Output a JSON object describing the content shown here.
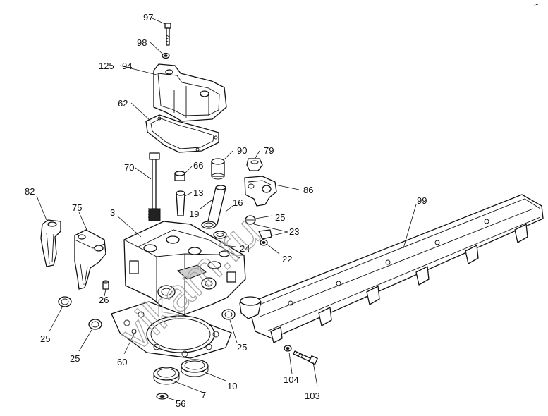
{
  "corner_mark": "♪••",
  "watermark": "vlkam.ru",
  "callouts": [
    {
      "id": "97",
      "label": "97"
    },
    {
      "id": "98",
      "label": "98"
    },
    {
      "id": "125",
      "label": "125"
    },
    {
      "id": "94",
      "label": "94"
    },
    {
      "id": "62",
      "label": "62"
    },
    {
      "id": "90",
      "label": "90"
    },
    {
      "id": "79",
      "label": "79"
    },
    {
      "id": "70",
      "label": "70"
    },
    {
      "id": "66",
      "label": "66"
    },
    {
      "id": "13",
      "label": "13"
    },
    {
      "id": "86",
      "label": "86"
    },
    {
      "id": "99",
      "label": "99"
    },
    {
      "id": "82",
      "label": "82"
    },
    {
      "id": "75",
      "label": "75"
    },
    {
      "id": "3",
      "label": "3"
    },
    {
      "id": "19",
      "label": "19"
    },
    {
      "id": "16",
      "label": "16"
    },
    {
      "id": "25a",
      "label": "25"
    },
    {
      "id": "23",
      "label": "23"
    },
    {
      "id": "24",
      "label": "24"
    },
    {
      "id": "22",
      "label": "22"
    },
    {
      "id": "26",
      "label": "26"
    },
    {
      "id": "25b",
      "label": "25"
    },
    {
      "id": "25c",
      "label": "25"
    },
    {
      "id": "25d",
      "label": "25"
    },
    {
      "id": "60",
      "label": "60"
    },
    {
      "id": "7",
      "label": "7"
    },
    {
      "id": "10",
      "label": "10"
    },
    {
      "id": "56",
      "label": "56"
    },
    {
      "id": "104",
      "label": "104"
    },
    {
      "id": "103",
      "label": "103"
    }
  ]
}
